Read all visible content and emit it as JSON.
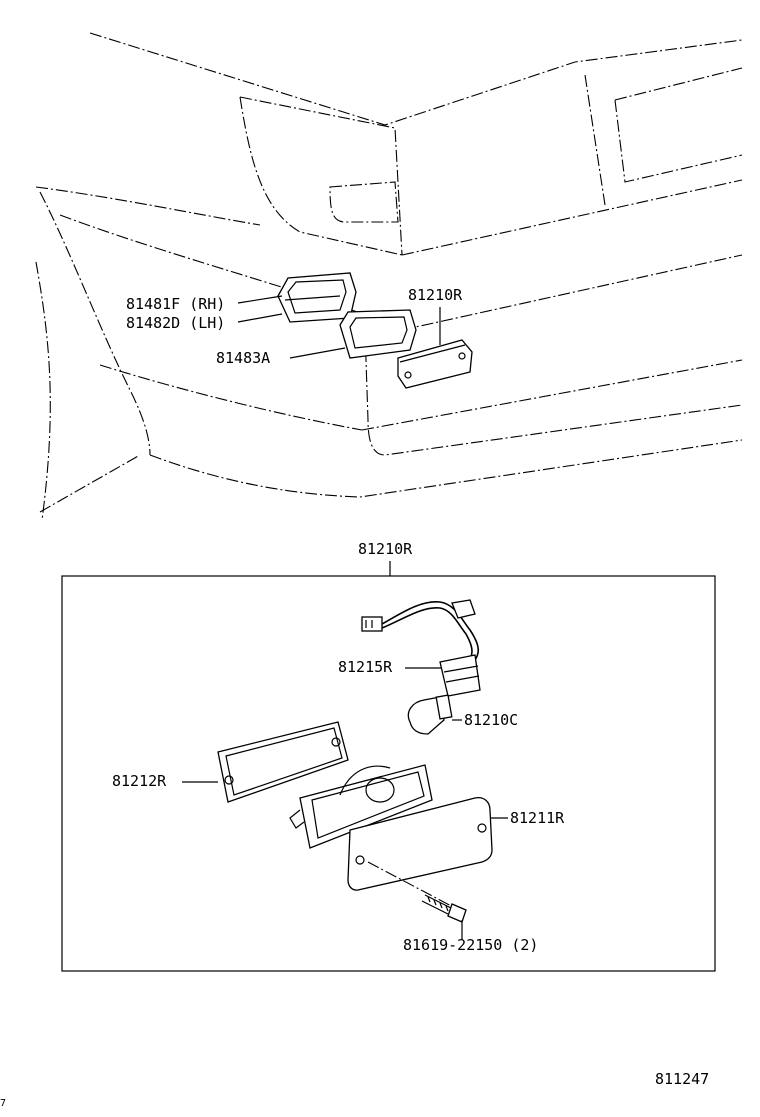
{
  "labels": {
    "p81481F": "81481F (RH)",
    "p81482D": "81482D (LH)",
    "p81483A": "81483A",
    "p81210R_top": "81210R",
    "p81210R_box": "81210R",
    "p81215R": "81215R",
    "p81210C": "81210C",
    "p81212R": "81212R",
    "p81211R": "81211R",
    "p81619": "81619-22150 (2)",
    "diagram_number": "811247",
    "corner_mark": "7"
  }
}
